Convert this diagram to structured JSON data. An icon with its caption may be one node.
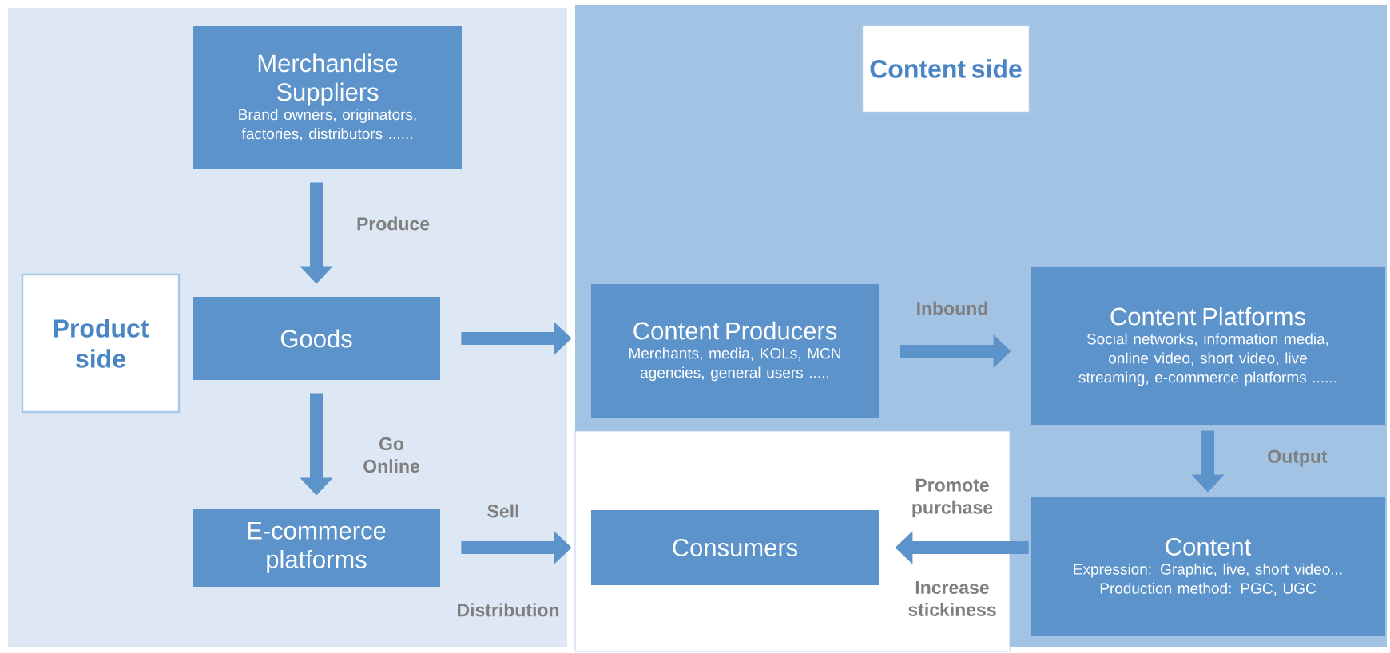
{
  "diagram": {
    "nodes": [
      {
        "text": [
          "Product side"
        ]
      },
      {
        "text": [
          "Merchandise Suppliers",
          "Brand owners, originators, factories, distributors ......"
        ]
      },
      {
        "text": [
          "Goods"
        ]
      },
      {
        "text": [
          "E-commerce platforms"
        ]
      },
      {
        "text": [
          "Content side"
        ]
      },
      {
        "text": [
          "Content Producers",
          "Merchants, media, KOLs, MCN agencies, general users ....."
        ]
      },
      {
        "text": [
          "Content Platforms",
          "Social networks, information media, online video, short video, live streaming, e-commerce platforms ......"
        ]
      },
      {
        "text": [
          "Content",
          "Expression: Graphic, live, short video...",
          "Production method: PGC, UGC"
        ]
      },
      {
        "text": [
          "Consumers"
        ]
      }
    ],
    "edges": [
      {
        "from": 1,
        "to": 2,
        "arrow": "to",
        "label": "Produce"
      },
      {
        "from": 2,
        "to": 3,
        "arrow": "to",
        "label": "Go Online"
      },
      {
        "from": 2,
        "to": 5,
        "arrow": "to"
      },
      {
        "from": 3,
        "to": 8,
        "arrow": "to",
        "label": "Sell"
      },
      {
        "from": 5,
        "to": 6,
        "arrow": "to",
        "label": "Inbound"
      },
      {
        "from": 6,
        "to": 7,
        "arrow": "to",
        "label": "Output"
      },
      {
        "from": 7,
        "to": 8,
        "arrow": "to",
        "label": "Promote purchase"
      }
    ],
    "labels": [
      "Distribution",
      "Increase stickiness"
    ]
  }
}
